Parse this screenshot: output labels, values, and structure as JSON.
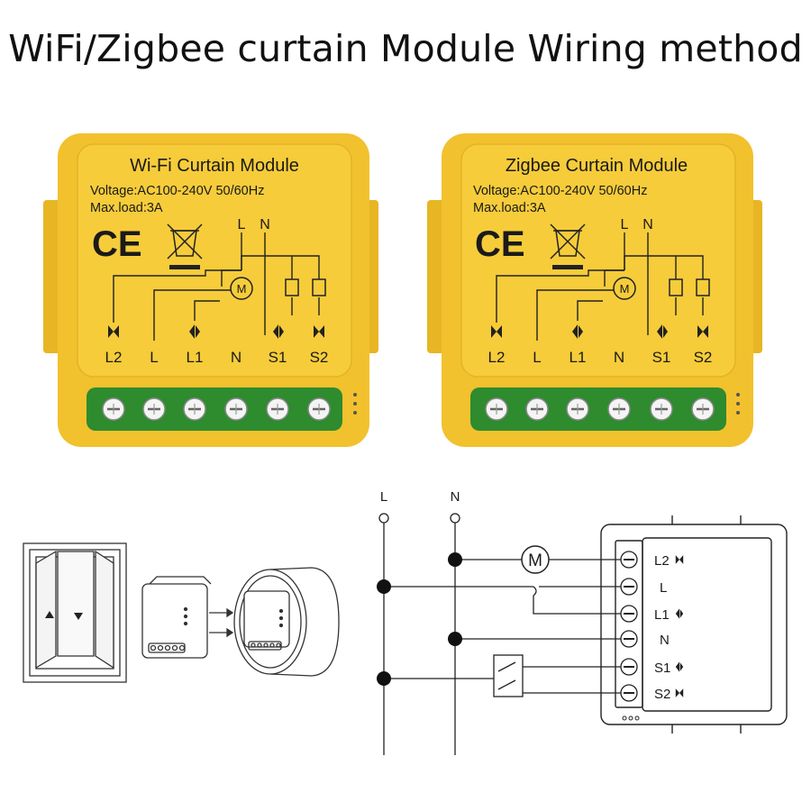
{
  "title": "WiFi/Zigbee curtain Module Wiring method",
  "modules": [
    {
      "name": "Wi-Fi Curtain Module",
      "voltage": "Voltage:AC100-240V 50/60Hz",
      "maxload": "Max.load:3A",
      "ce": "CE",
      "inputs": [
        "L",
        "N"
      ],
      "motor": "M",
      "terminals": [
        "L2",
        "L",
        "L1",
        "N",
        "S1",
        "S2"
      ]
    },
    {
      "name": "Zigbee Curtain Module",
      "voltage": "Voltage:AC100-240V 50/60Hz",
      "maxload": "Max.load:3A",
      "ce": "CE",
      "inputs": [
        "L",
        "N"
      ],
      "motor": "M",
      "terminals": [
        "L2",
        "L",
        "L1",
        "N",
        "S1",
        "S2"
      ]
    }
  ],
  "schematic": {
    "line_label": "L",
    "neutral_label": "N",
    "motor": "M",
    "terminals": [
      "L2",
      "L",
      "L1",
      "N",
      "S1",
      "S2"
    ]
  },
  "colors": {
    "module_body": "#F2C12E",
    "module_face": "#F6CC3A",
    "terminal_block": "#2E8B2E"
  }
}
